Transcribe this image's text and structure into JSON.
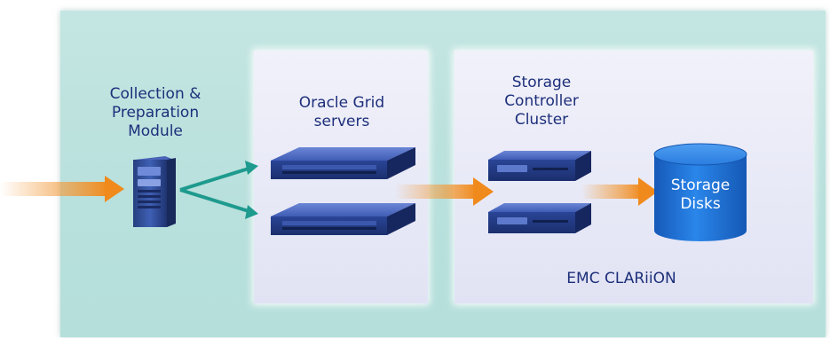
{
  "labels": {
    "collection": [
      "Collection &",
      "Preparation",
      "Module"
    ],
    "oracle": [
      "Oracle Grid",
      "servers"
    ],
    "controller": [
      "Storage",
      "Controller",
      "Cluster"
    ],
    "disks": [
      "Storage",
      "Disks"
    ],
    "emc": "EMC CLARiiON"
  },
  "colors": {
    "panel": "#b8e0dc",
    "box": "#e6e8f6",
    "label_text": "#1d2f7a",
    "arrow_orange": "#f0962a",
    "arrow_teal": "#1e9a8e",
    "server_blue": "#2e4fa6",
    "disk_blue": "#1d6fd1"
  }
}
